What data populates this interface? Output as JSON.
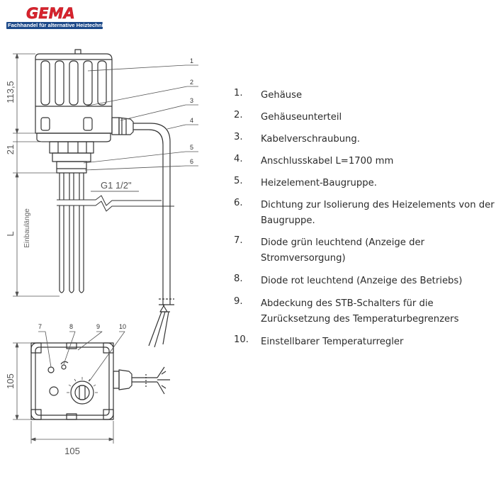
{
  "logo": {
    "word": "GEMA",
    "tagline": "Fachhandel für alternative Heiztechnik",
    "colors": {
      "word": "#d9232d",
      "band": "#1d4a8a"
    }
  },
  "drawing": {
    "dimensions": {
      "housing_height": "113,5",
      "neck_height": "21",
      "length": "L",
      "length_caption": "Einbaulänge",
      "thread": "G1 1/2\"",
      "top_view_height": "105",
      "top_view_width": "105"
    },
    "side_callouts": [
      "1",
      "2",
      "3",
      "4",
      "5",
      "6"
    ],
    "top_callouts": [
      "7",
      "8",
      "9",
      "10"
    ]
  },
  "legend": [
    {
      "num": "1.",
      "text": "Gehäuse"
    },
    {
      "num": "2.",
      "text": "Gehäuseunterteil"
    },
    {
      "num": "3.",
      "text": "Kabelverschraubung."
    },
    {
      "num": "4.",
      "text": "Anschlusskabel L=1700 mm"
    },
    {
      "num": "5.",
      "text": "Heizelement-Baugruppe."
    },
    {
      "num": "6.",
      "text": "Dichtung zur Isolierung des Heizelements von der Baugruppe."
    },
    {
      "num": "7.",
      "text": "Diode grün leuchtend (Anzeige der Stromversorgung)"
    },
    {
      "num": "8.",
      "text": "Diode rot leuchtend (Anzeige des Betriebs)"
    },
    {
      "num": "9.",
      "text": "Abdeckung des STB-Schalters für die Zurücksetzung des Temperaturbegrenzers"
    },
    {
      "num": "10.",
      "text": "Einstellbarer Temperaturregler"
    }
  ]
}
